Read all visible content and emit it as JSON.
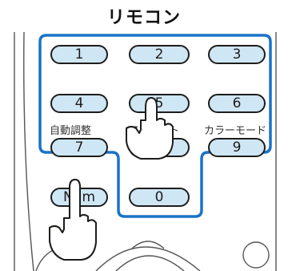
{
  "title": "リモコン",
  "keys": {
    "k1": "1",
    "k2": "2",
    "k3": "3",
    "k4": "4",
    "k5": "5",
    "k6": "6",
    "k7": "7",
    "k8": "8",
    "k9": "9",
    "k0": "0",
    "num": "Num"
  },
  "sublabels": {
    "under4": "自動調整",
    "under5": "アスペクト",
    "under6": "カラーモード"
  },
  "colors": {
    "highlight_frame": "#1a73c9",
    "key_fill": "#cfe6f5",
    "outline": "#1d1d1b"
  }
}
